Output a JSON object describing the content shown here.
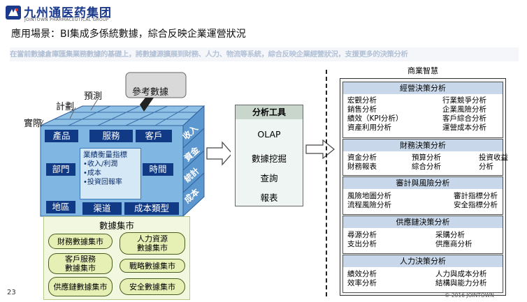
{
  "logo": {
    "cn": "九州通医药集团",
    "en": "JOINTOWN PHARMACEUTICAL GROUP"
  },
  "title": "應用場景：BI集成多係統數據，綜合反映企業運營狀況",
  "subtitle": "在當前數據倉庫匯集業務數據的基礎上，將數據源擴展到財務、人力、物流等系統，綜合反映企業經營狀況，支援更多的決策分析",
  "cube": {
    "reference": "參考數據",
    "axis_labels": [
      "計劃",
      "預測",
      "實際"
    ],
    "front_labels": [
      "產品",
      "服務",
      "客戶",
      "部門",
      "時間",
      "地區",
      "渠道",
      "成本類型"
    ],
    "right_labels": [
      "收入",
      "資金",
      "統計",
      "成本"
    ],
    "kpi_title": "業績衡量指標",
    "kpi_items": [
      "•收入/利潤",
      "•成本",
      "•投資回報率"
    ]
  },
  "data_marts": {
    "title": "數據集市",
    "items": [
      "財務數據集市",
      "人力資源\n數據集市",
      "客戶服務\n數據集市",
      "戰略數據集市",
      "供應鏈數據集市",
      "安全數據集市"
    ]
  },
  "tools": {
    "title": "分析工具",
    "items": [
      "OLAP",
      "數據挖掘",
      "查詢",
      "報表"
    ]
  },
  "bi": {
    "title": "商業智慧",
    "sections": [
      {
        "title": "經營決策分析",
        "items": [
          "宏觀分析",
          "行業競爭分析",
          "銷售分析",
          "企業風險分析",
          "績效（KPI分析）",
          "客戶綜合分析",
          "資產利用分析",
          "運營成本分析"
        ]
      },
      {
        "title": "財務決策分析",
        "items": [
          "資金分析",
          "預算分析",
          "投資收益",
          "財務報表",
          "綜合分析",
          "分析"
        ]
      },
      {
        "title": "審計與風險分析",
        "items": [
          "風險地圖分析",
          "審計指標分析",
          "流程風險分析",
          "安全指標分析"
        ]
      },
      {
        "title": "供應鏈決策分析",
        "items": [
          "尋源分析",
          "采購分析",
          "支出分析",
          "供應商分析"
        ]
      },
      {
        "title": "人力決策分析",
        "items": [
          "績效分析",
          "人力與成本分析",
          "效率分析",
          "結構與能力分析"
        ]
      }
    ]
  },
  "footer": {
    "page": "23",
    "copyright": "© 2016 JOINTOWN"
  },
  "colors": {
    "cube_front": "#7fb6e2",
    "cube_top": "#8fc1e6",
    "cube_side": "#5c97cf",
    "label_box": "#103a86",
    "section_header": "#c8d8ea"
  }
}
